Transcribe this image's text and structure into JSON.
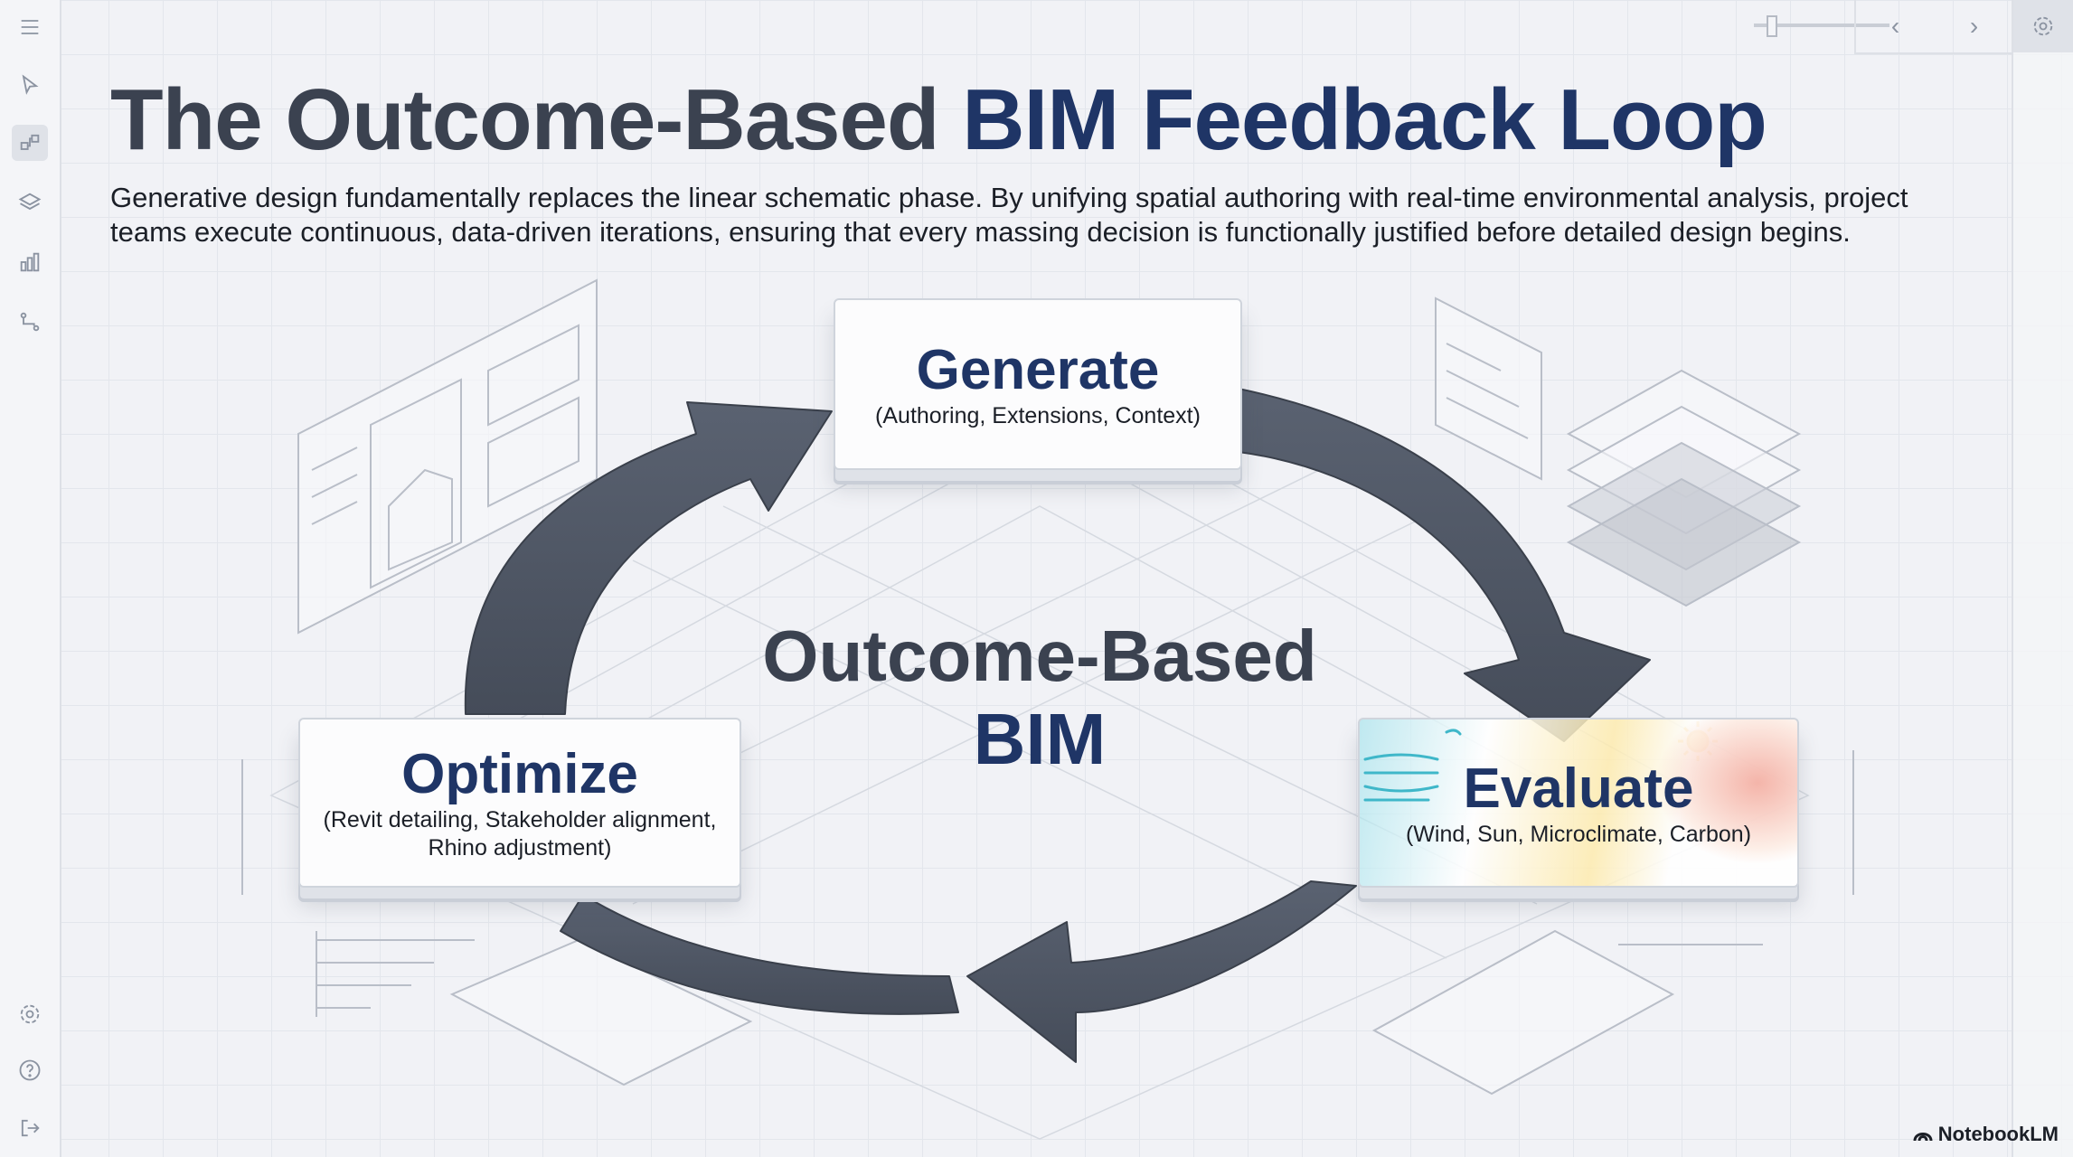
{
  "title": {
    "lead": "The Outcome-Based",
    "accent": "BIM Feedback Loop"
  },
  "subtitle": "Generative design fundamentally replaces the linear schematic phase. By unifying spatial authoring with real-time environmental analysis, project teams execute continuous, data-driven iterations, ensuring that every massing decision is functionally justified before detailed design begins.",
  "center": {
    "line1": "Outcome-Based",
    "line2": "BIM"
  },
  "stages": {
    "generate": {
      "title": "Generate",
      "detail": "(Authoring, Extensions, Context)"
    },
    "evaluate": {
      "title": "Evaluate",
      "detail": "(Wind, Sun, Microclimate, Carbon)"
    },
    "optimize": {
      "title": "Optimize",
      "detail_line1": "(Revit detailing, Stakeholder alignment,",
      "detail_line2": "Rhino adjustment)"
    }
  },
  "brand": "NotebookLM",
  "colors": {
    "accent": "#1f3566",
    "heading": "#3b4250",
    "arrow": "#4f5766"
  },
  "icons": {
    "left_rail": [
      "menu-icon",
      "cursor-icon",
      "connector-icon",
      "layers-icon",
      "bar-chart-icon",
      "route-icon",
      "settings-icon",
      "help-icon",
      "exit-icon"
    ],
    "top": [
      "zoom-slider",
      "chevron-left-icon",
      "chevron-right-icon",
      "settings-icon"
    ]
  }
}
